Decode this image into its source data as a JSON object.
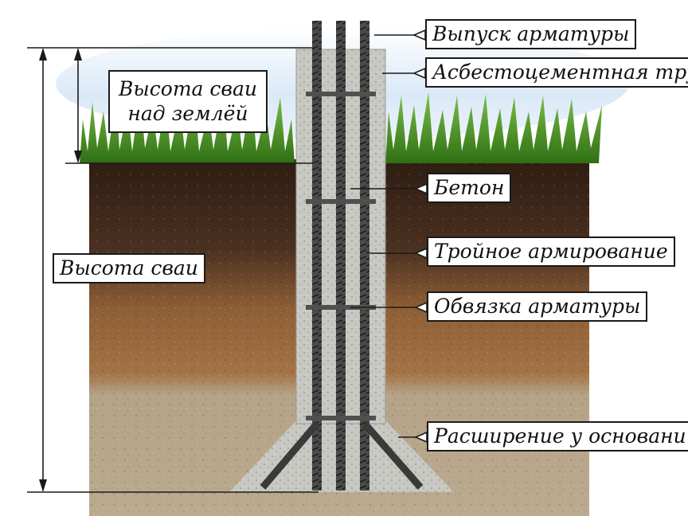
{
  "diagram": {
    "labels": {
      "rebar_outlet": "Выпуск арматуры",
      "asbestos_pipe": "Асбестоцементная тру",
      "pile_height_above_ground_line1": "Высота сваи",
      "pile_height_above_ground_line2": "над землёй",
      "concrete": "Бетон",
      "triple_reinforcement": "Тройное армирование",
      "rebar_tying": "Обвязка арматуры",
      "pile_height": "Высота сваи",
      "base_widening": "Расширение у основани"
    },
    "colors": {
      "sky": "#dbe9f7",
      "grass": "#3f8a1e",
      "topsoil": "#3b2618",
      "clay": "#9a6a3e",
      "sand": "#b8a58a",
      "concrete": "#c7c7c2",
      "rebar": "#3a3a3a",
      "line": "#1a1a1a"
    }
  }
}
